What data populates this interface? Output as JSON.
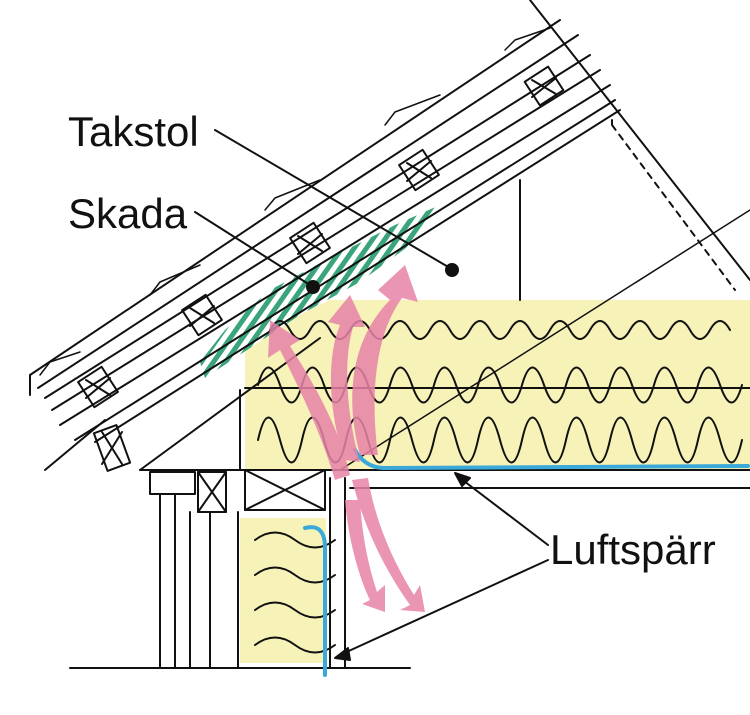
{
  "labels": {
    "roof_truss": "Takstol",
    "damage": "Skada",
    "air_barrier": "Luftspärr"
  },
  "colors": {
    "insulation": "#f7f2b8",
    "damage_hatch": "#3aa57a",
    "air_flow": "#e783a8",
    "air_barrier_line": "#3aa9d9",
    "ink": "#111111"
  }
}
